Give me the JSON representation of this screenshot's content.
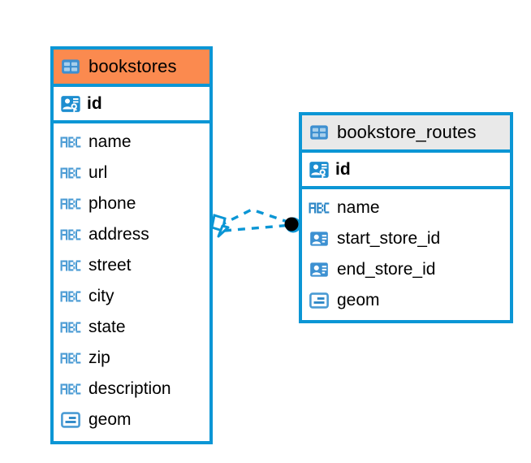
{
  "diagram": {
    "type": "entity-relationship-diagram",
    "background_color": "#ffffff",
    "accent_color": "#0b96d5",
    "highlight_color": "#fb8a4f",
    "icon_blue": "#4a9bd4"
  },
  "entities": [
    {
      "name": "bookstores",
      "header_color": "#fb8a4f",
      "header_icon": "table-icon",
      "primary_key": {
        "name": "id",
        "icon": "primary-key-icon"
      },
      "fields": [
        {
          "name": "name",
          "icon": "abc-text-icon"
        },
        {
          "name": "url",
          "icon": "abc-text-icon"
        },
        {
          "name": "phone",
          "icon": "abc-text-icon"
        },
        {
          "name": "address",
          "icon": "abc-text-icon"
        },
        {
          "name": "street",
          "icon": "abc-text-icon"
        },
        {
          "name": "city",
          "icon": "abc-text-icon"
        },
        {
          "name": "state",
          "icon": "abc-text-icon"
        },
        {
          "name": "zip",
          "icon": "abc-text-icon"
        },
        {
          "name": "description",
          "icon": "abc-text-icon"
        },
        {
          "name": "geom",
          "icon": "geometry-icon"
        }
      ]
    },
    {
      "name": "bookstore_routes",
      "header_color": "#e9e9e9",
      "header_icon": "table-icon",
      "primary_key": {
        "name": "id",
        "icon": "primary-key-icon"
      },
      "fields": [
        {
          "name": "name",
          "icon": "abc-text-icon"
        },
        {
          "name": "start_store_id",
          "icon": "foreign-key-icon"
        },
        {
          "name": "end_store_id",
          "icon": "foreign-key-icon"
        },
        {
          "name": "geom",
          "icon": "geometry-icon"
        }
      ]
    }
  ],
  "relationship": {
    "from_entity": "bookstores",
    "to_entity": "bookstore_routes",
    "line_style": "dashed",
    "line_color": "#0b96d5",
    "source_endpoint": "open-diamond-icon",
    "target_endpoint": "filled-circle-icon"
  }
}
